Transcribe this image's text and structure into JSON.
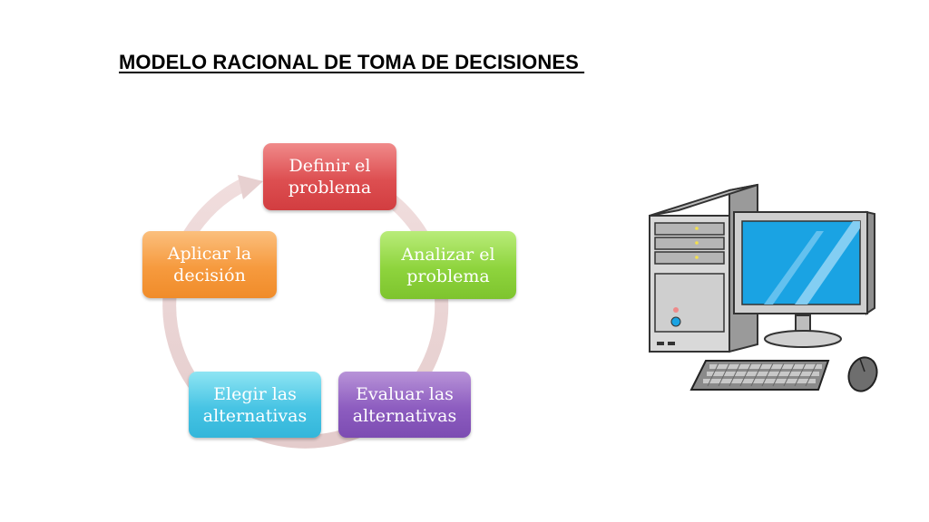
{
  "title": "MODELO RACIONAL DE TOMA DE DECISIONES ",
  "cycle": {
    "steps": [
      {
        "label": "Definir el\nproblema",
        "color": "#dd4f51"
      },
      {
        "label": "Analizar el\nproblema",
        "color": "#8ed43d"
      },
      {
        "label": "Evaluar las\nalternativas",
        "color": "#8d5dc0"
      },
      {
        "label": "Elegir las\nalternativas",
        "color": "#47c4e4"
      },
      {
        "label": "Aplicar la\ndecisión",
        "color": "#f69a3e"
      }
    ],
    "ring_color": "#e9d3d3"
  },
  "illustration": {
    "icon": "desktop-computer-icon",
    "screen_color": "#1aa3e3",
    "case_color": "#d9d9d9"
  }
}
